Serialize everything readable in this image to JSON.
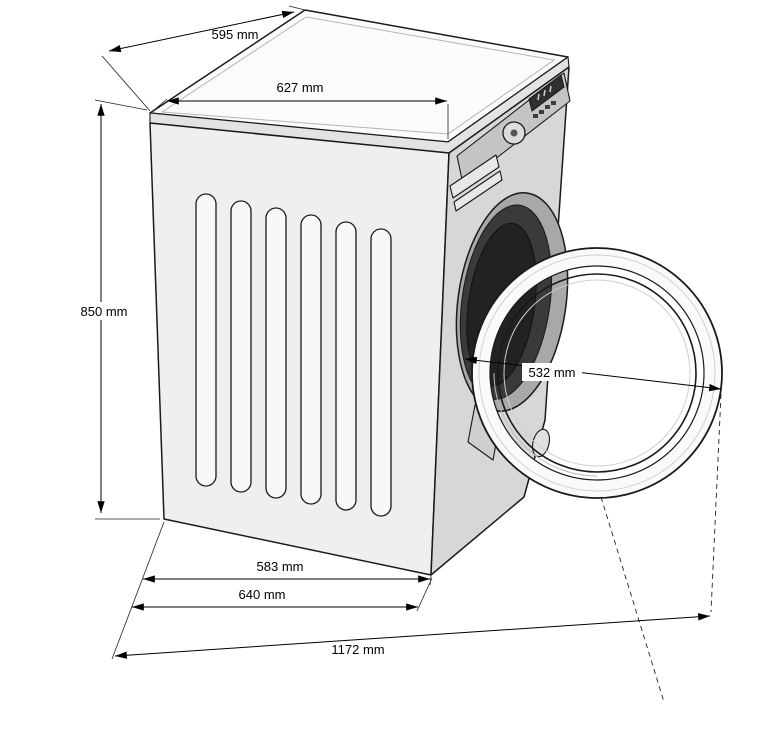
{
  "diagram": {
    "labels": {
      "top_depth": "595 mm",
      "top_width": "627 mm",
      "height": "850 mm",
      "door_diameter": "532 mm",
      "base_front_width": "583 mm",
      "base_full_width": "640 mm",
      "total_depth_door_open": "1172 mm"
    },
    "colors": {
      "line": "#1a1a1a",
      "background": "#ffffff",
      "top_face": "#fbfbfb",
      "side_face": "#efefef",
      "front_face": "#d7d7d7",
      "drum": "#222222"
    }
  }
}
